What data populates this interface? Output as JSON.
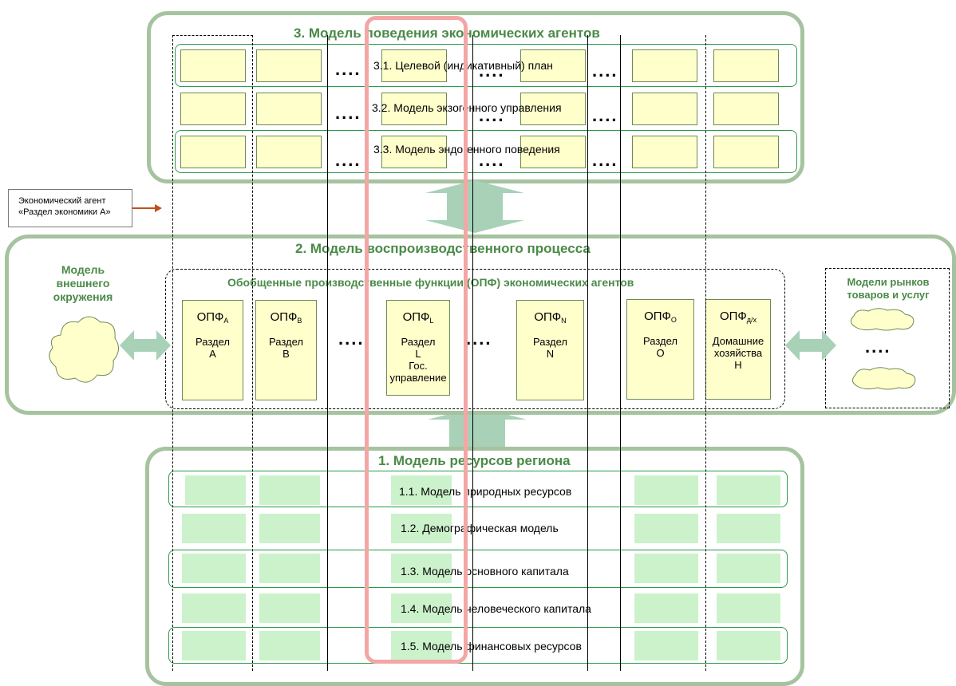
{
  "section3": {
    "title": "3. Модель поведения экономических агентов",
    "rows": [
      {
        "label": "3.1. Целевой (индикативный) план"
      },
      {
        "label": "3.2. Модель экзогенного управления"
      },
      {
        "label": "3.3. Модель эндогенного  поведения"
      }
    ]
  },
  "callout": {
    "line1": "Экономический агент",
    "line2": "«Раздел экономики А»"
  },
  "section2": {
    "title": "2. Модель воспроизводственного  процесса",
    "opf_title": "Обобщенные производственные функции (ОПФ) экономических агентов",
    "external": "Модель внешнего окружения",
    "markets": "Модели рынков товаров и услуг",
    "opf": [
      {
        "name": "ОПФ",
        "sub": "A",
        "lines": [
          "Раздел",
          "A"
        ]
      },
      {
        "name": "ОПФ",
        "sub": "B",
        "lines": [
          "Раздел",
          "B"
        ]
      },
      {
        "name": "ОПФ",
        "sub": "L",
        "lines": [
          "Раздел",
          "L",
          "Гос.",
          "управление"
        ]
      },
      {
        "name": "ОПФ",
        "sub": "N",
        "lines": [
          "Раздел",
          "N"
        ]
      },
      {
        "name": "ОПФ",
        "sub": "O",
        "lines": [
          "Раздел",
          "O"
        ]
      },
      {
        "name": "ОПФ",
        "sub": "д/х",
        "lines": [
          "Домашние",
          "хозяйства",
          "H"
        ]
      }
    ]
  },
  "section1": {
    "title": "1. Модель ресурсов  региона",
    "rows": [
      {
        "label": "1.1. Модель  природных  ресурсов"
      },
      {
        "label": "1.2. Демографическая модель"
      },
      {
        "label": "1.3. Модель основного капитала"
      },
      {
        "label": "1.4. Модель человеческого капитала"
      },
      {
        "label": "1.5. Модель финансовых  ресурсов"
      }
    ]
  },
  "ellipsis": "....",
  "colors": {
    "panel_border": "#a6c3a0",
    "title": "#4a8a48",
    "yellow": "#ffffcc",
    "green_fill": "#ccf2cc",
    "row_frame": "#2a9a48",
    "highlight": "#f4a6a6",
    "arrow": "#a8d1b8",
    "callout_arrow": "#c0501a"
  }
}
